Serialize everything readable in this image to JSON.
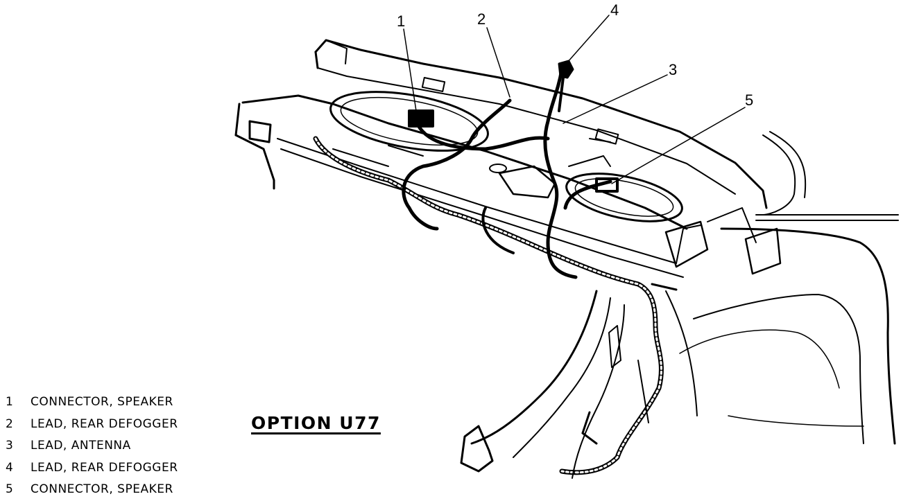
{
  "callouts": [
    {
      "label": "1"
    },
    {
      "label": "2"
    },
    {
      "label": "3"
    },
    {
      "label": "4"
    },
    {
      "label": "5"
    }
  ],
  "legend": [
    {
      "num": "1",
      "text": "CONNECTOR, SPEAKER"
    },
    {
      "num": "2",
      "text": "LEAD, REAR DEFOGGER"
    },
    {
      "num": "3",
      "text": "LEAD, ANTENNA"
    },
    {
      "num": "4",
      "text": "LEAD, REAR DEFOGGER"
    },
    {
      "num": "5",
      "text": "CONNECTOR, SPEAKER"
    }
  ],
  "option_title": "OPTION U77"
}
